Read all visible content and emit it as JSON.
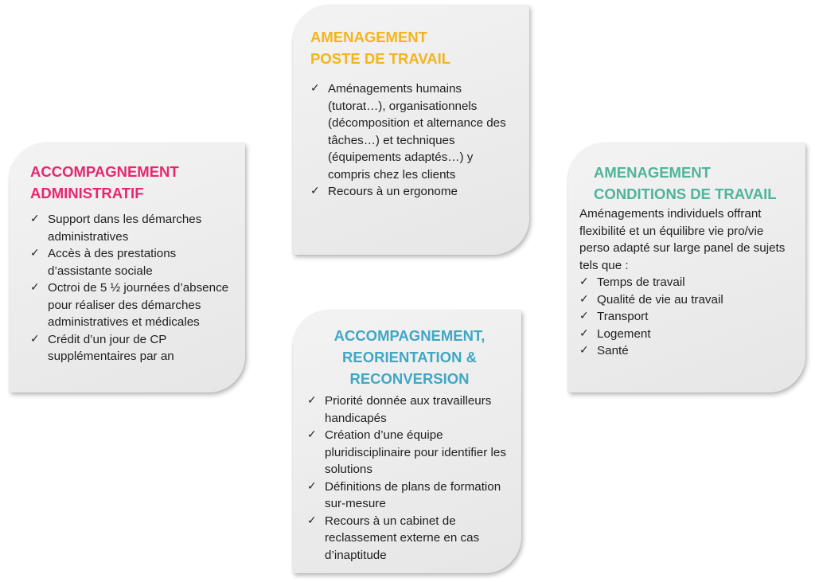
{
  "colors": {
    "poste": "#f5b41b",
    "admin": "#e6276f",
    "conditions": "#4fb49a",
    "reorientation": "#3fa7c4"
  },
  "check_icon": "check-mark-icon",
  "poste": {
    "title_lines": [
      "AMENAGEMENT",
      "POSTE DE TRAVAIL"
    ],
    "items": [
      "Aménagements humains (tutorat…), organisationnels (décomposition et alternance des tâches…) et techniques (équipements adaptés…) y compris chez les clients",
      "Recours à un ergonome"
    ]
  },
  "admin": {
    "title_lines": [
      "ACCOMPAGNEMENT",
      "ADMINISTRATIF"
    ],
    "items": [
      "Support dans les démarches administratives",
      "Accès à des prestations d’assistante sociale",
      "Octroi de 5 ½ journées d’absence pour réaliser des démarches administratives et médicales",
      "Crédit d’un jour de CP supplémentaires par an"
    ]
  },
  "conditions": {
    "title_lines": [
      "AMENAGEMENT",
      "CONDITIONS DE TRAVAIL"
    ],
    "intro": "Aménagements individuels offrant flexibilité et un équilibre vie pro/vie perso adapté sur large panel de sujets tels que :",
    "items": [
      "Temps de travail",
      "Qualité de vie au travail",
      "Transport",
      "Logement",
      "Santé"
    ]
  },
  "reorientation": {
    "title_lines": [
      "ACCOMPAGNEMENT,",
      "REORIENTATION &",
      "RECONVERSION"
    ],
    "items": [
      "Priorité donnée aux travailleurs handicapés",
      "Création d’une équipe pluridisciplinaire pour identifier les solutions",
      "Définitions de plans de formation sur-mesure",
      "Recours à un cabinet de reclassement externe en cas d’inaptitude"
    ]
  }
}
